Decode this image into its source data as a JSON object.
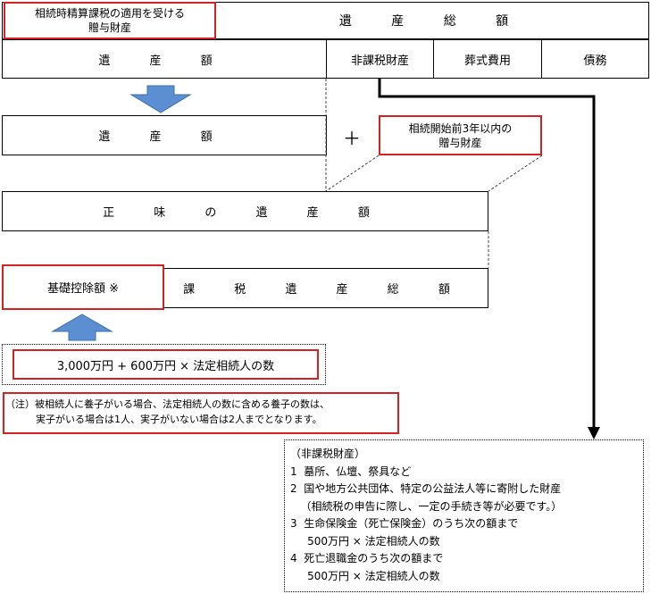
{
  "top": {
    "gift_label": "相続時精算課税の適用を受ける\n贈与財産",
    "estate_total": "遺 産 総 額"
  },
  "row2": {
    "estate_amount": "遺 産 額",
    "non_taxable": "非課税財産",
    "funeral": "葬式費用",
    "debts": "債務"
  },
  "row3": {
    "estate_amount": "遺 産 額",
    "plus": "＋",
    "gift_3yr": "相続開始前3年以内の\n贈与財産"
  },
  "net_estate": "正 味 の 遺 産 額",
  "deduction_row": {
    "basic_deduction": "基礎控除額 ※",
    "taxable_total": "課 税 遺 産 総 額"
  },
  "formula": "3,000万円 + 600万円 × 法定相続人の数",
  "note": {
    "line1": "（注）被相続人に養子がいる場合、法定相続人の数に含める養子の数は、",
    "line2": "実子がいる場合は1人、実子がいない場合は2人までとなります。"
  },
  "non_taxable_list": {
    "title": "（非課税財産）",
    "lines": [
      "1  墓所、仏壇、祭具など",
      "2  国や地方公共団体、特定の公益法人等に寄附した財産",
      "   （相続税の申告に際し、一定の手続き等が必要です。）",
      "3  生命保険金（死亡保険金）のうち次の額まで",
      "     500万円 × 法定相続人の数",
      "4  死亡退職金のうち次の額まで",
      "     500万円 × 法定相続人の数"
    ]
  },
  "colors": {
    "red": "#d42222",
    "arrow_blue": "#5b8fd1"
  }
}
